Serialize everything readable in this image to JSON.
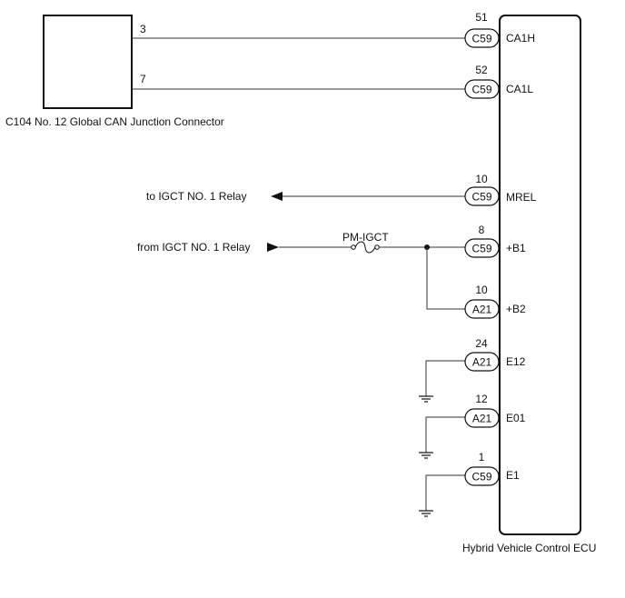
{
  "junction_connector": {
    "label": "C104  No. 12 Global CAN Junction Connector",
    "pins": [
      "3",
      "7"
    ]
  },
  "ecu": {
    "label": "Hybrid Vehicle Control ECU"
  },
  "external_labels": {
    "to_relay": "to IGCT NO. 1 Relay",
    "from_relay": "from IGCT NO. 1 Relay",
    "fuse": "PM-IGCT"
  },
  "terminals": [
    {
      "pin": "51",
      "connector": "C59",
      "signal": "CA1H"
    },
    {
      "pin": "52",
      "connector": "C59",
      "signal": "CA1L"
    },
    {
      "pin": "10",
      "connector": "C59",
      "signal": "MREL"
    },
    {
      "pin": "8",
      "connector": "C59",
      "signal": "+B1"
    },
    {
      "pin": "10",
      "connector": "A21",
      "signal": "+B2"
    },
    {
      "pin": "24",
      "connector": "A21",
      "signal": "E12"
    },
    {
      "pin": "12",
      "connector": "A21",
      "signal": "E01"
    },
    {
      "pin": "1",
      "connector": "C59",
      "signal": "E1"
    }
  ]
}
